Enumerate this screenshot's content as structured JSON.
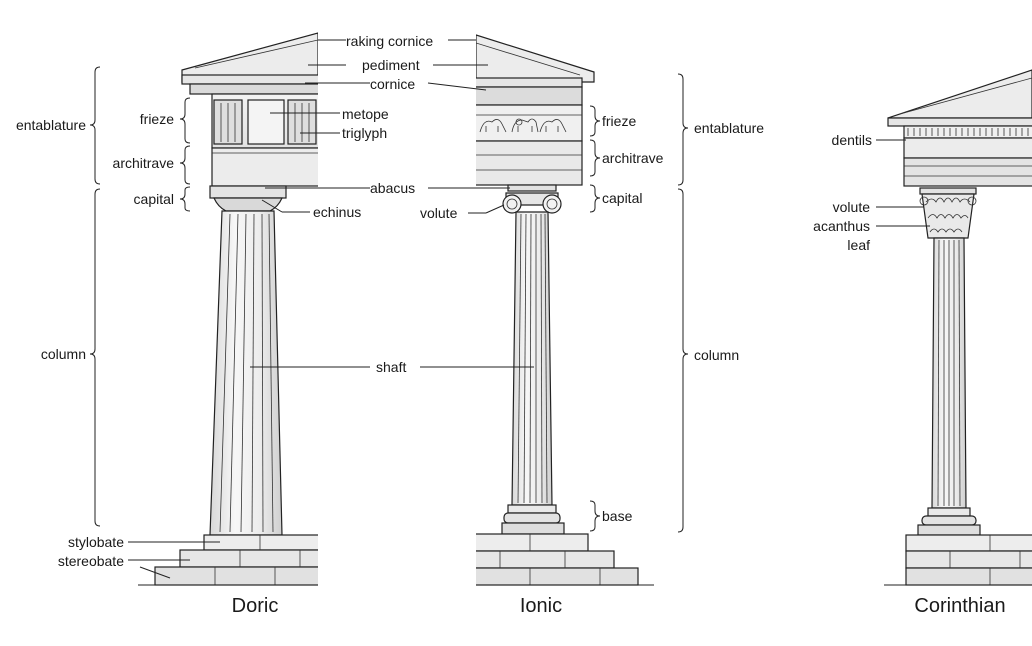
{
  "orders": {
    "doric": "Doric",
    "ionic": "Ionic",
    "corinthian": "Corinthian"
  },
  "labels": {
    "raking_cornice": "raking cornice",
    "pediment": "pediment",
    "cornice": "cornice",
    "metope": "metope",
    "triglyph": "triglyph",
    "abacus": "abacus",
    "echinus": "echinus",
    "volute": "volute",
    "shaft": "shaft",
    "base": "base",
    "stylobate": "stylobate",
    "stereobate": "stereobate",
    "dentils": "dentils",
    "acanthus": "acanthus",
    "leaf": "leaf"
  },
  "left_brackets": {
    "entablature": "entablature",
    "frieze": "frieze",
    "architrave": "architrave",
    "capital": "capital",
    "column": "column"
  },
  "right_brackets": {
    "frieze": "frieze",
    "architrave": "architrave",
    "capital": "capital",
    "entablature": "entablature",
    "column": "column"
  },
  "colors": {
    "stone_light": "#f2f2f2",
    "stone_mid": "#dcdcdc",
    "stone_dark": "#bdbdbd",
    "line": "#222222",
    "background": "#ffffff"
  }
}
